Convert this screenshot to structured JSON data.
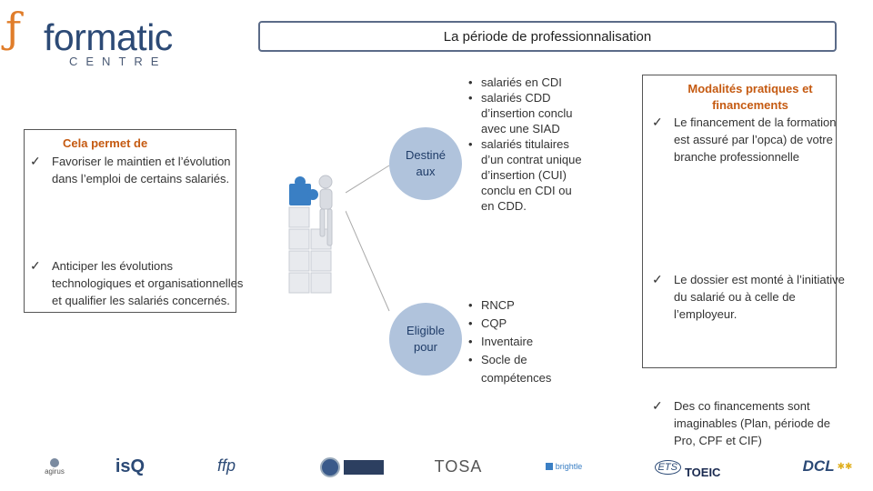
{
  "brand": {
    "name": "formatic",
    "sub": "CENTRE"
  },
  "title": "La période de professionnalisation",
  "left_box": {
    "heading": "Cela permet de",
    "items": [
      "Favoriser le maintien et l’évolution dans l’emploi de certains salariés.",
      "Anticiper les évolutions technologiques et organisationnelles et qualifier les salariés concernés."
    ]
  },
  "destine": {
    "label_line1": "Destiné",
    "label_line2": "aux",
    "items": [
      "salariés en CDI",
      "salariés CDD d’insertion conclu avec une SIAD",
      "salariés titulaires d’un contrat unique d’insertion (CUI) conclu en CDI ou en CDD."
    ]
  },
  "eligible": {
    "label_line1": "Eligible",
    "label_line2": "pour",
    "items": [
      "RNCP",
      "CQP",
      "Inventaire",
      "Socle de compétences"
    ]
  },
  "right_box": {
    "heading": "Modalités pratiques et financements",
    "items": [
      "Le financement de la formation est assuré par l’opca) de votre branche professionnelle",
      "Le dossier est monté à l’initiative du salarié ou à celle de l’employeur.",
      "Des co financements sont imaginables (Plan, période de Pro, CPF et CIF)"
    ]
  },
  "footer_logos": {
    "agirus": "agirus",
    "isq": "isQ",
    "ffp": "ffp",
    "tosa": "TOSA",
    "brightle": "brightle",
    "toeic": "TOEIC",
    "ets": "ETS",
    "dcl": "DCL"
  },
  "colors": {
    "accent": "#c55a11",
    "circle": "#b0c3dc",
    "brand": "#2c4a76",
    "logo_orange": "#e07d2a"
  }
}
